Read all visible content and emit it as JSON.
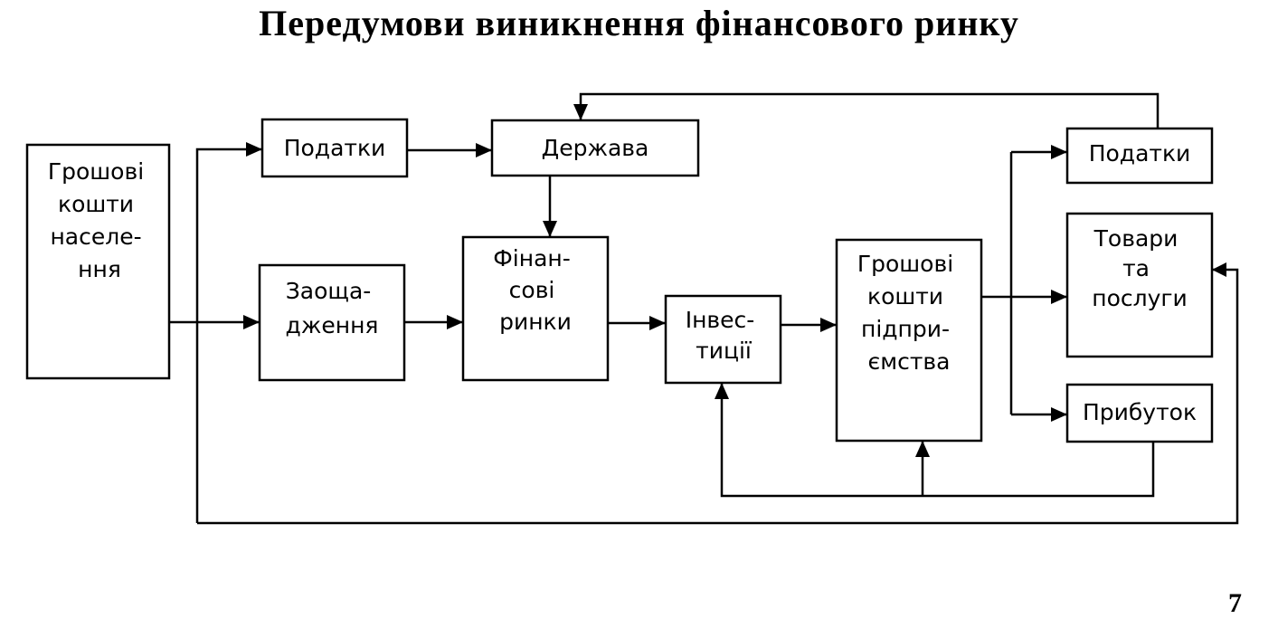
{
  "title": "Передумови виникнення фінансового ринку",
  "page_number": "7",
  "boxes": {
    "household_funds": [
      "Грошові",
      "кошти",
      "населе-",
      "ння"
    ],
    "taxes_left": [
      "Податки"
    ],
    "state": [
      "Держава"
    ],
    "savings": [
      "Заоща-",
      "дження"
    ],
    "financial_markets": [
      "Фінан-",
      "сові",
      "ринки"
    ],
    "investments": [
      "Інвес-",
      "тиції"
    ],
    "enterprise_funds": [
      "Грошові",
      "кошти",
      "підпри-",
      "ємства"
    ],
    "taxes_right": [
      "Податки"
    ],
    "goods_services": [
      "Товари",
      "та",
      "послуги"
    ],
    "profit": [
      "Прибуток"
    ]
  }
}
